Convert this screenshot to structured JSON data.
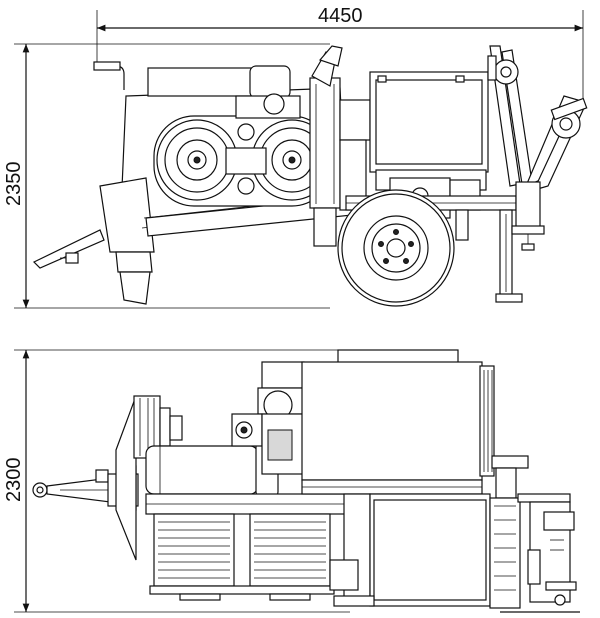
{
  "dimensions": {
    "overall_length": "4450",
    "side_view_height": "2350",
    "top_view_width": "2300"
  },
  "colors": {
    "line": "#111111",
    "background": "#ffffff"
  }
}
